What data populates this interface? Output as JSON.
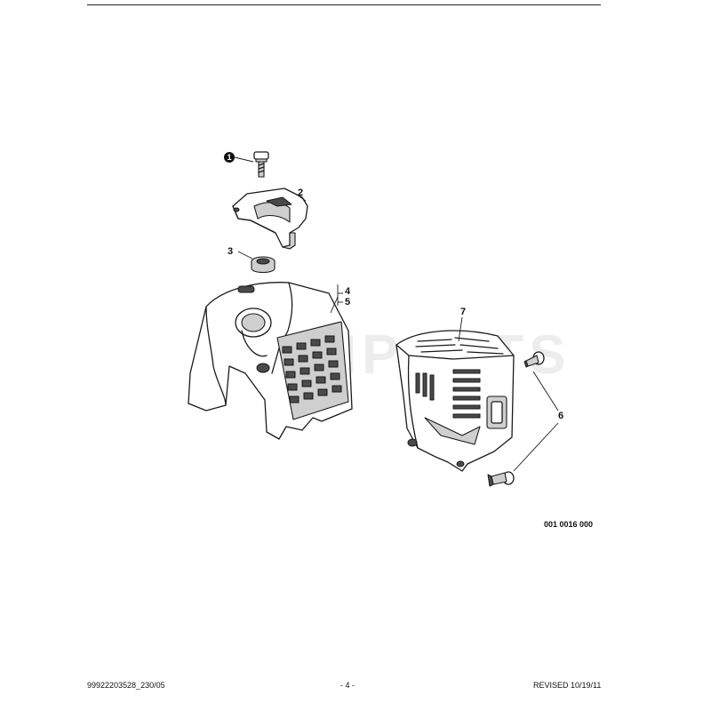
{
  "callouts": {
    "c1": "1",
    "c2": "2",
    "c3": "3",
    "c4": "4",
    "c5": "5",
    "c6": "6",
    "c7": "7"
  },
  "drawing_number": "001 0016 000",
  "footer": {
    "left": "99922203528_230/05",
    "center": "- 4 -",
    "right": "REVISED 10/19/11"
  },
  "watermark": "LIPARTS"
}
